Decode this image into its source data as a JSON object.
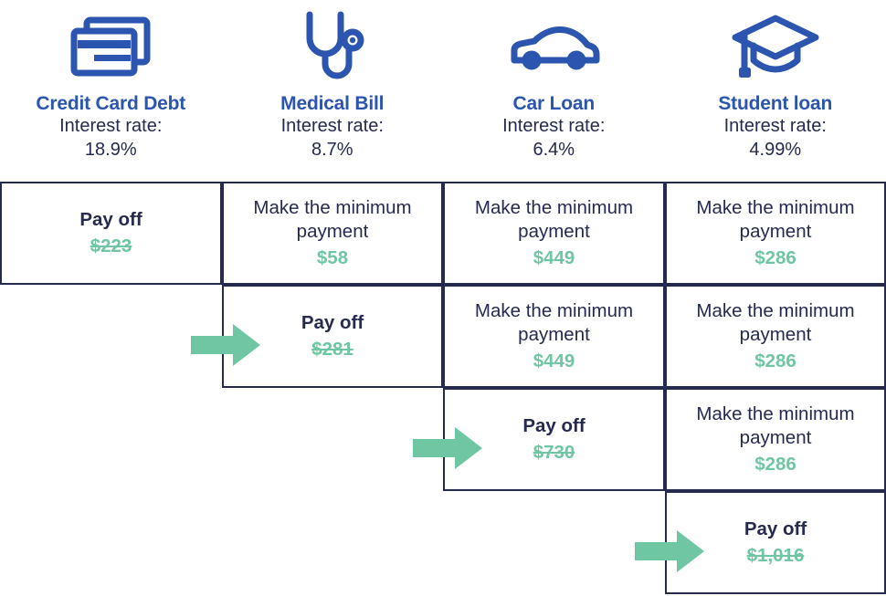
{
  "columns": [
    {
      "icon": "credit-card-icon",
      "title": "Credit Card Debt",
      "rate_label": "Interest rate:",
      "rate_value": "18.9%"
    },
    {
      "icon": "stethoscope-icon",
      "title": "Medical Bill",
      "rate_label": "Interest rate:",
      "rate_value": "8.7%"
    },
    {
      "icon": "car-icon",
      "title": "Car Loan",
      "rate_label": "Interest rate:",
      "rate_value": "6.4%"
    },
    {
      "icon": "graduation-cap-icon",
      "title": "Student loan",
      "rate_label": "Interest rate:",
      "rate_value": "4.99%"
    }
  ],
  "rows": [
    {
      "cells": [
        {
          "column": "Credit Card Debt",
          "action": "Pay off",
          "amount": "$223",
          "paid_off": true,
          "struck": true
        },
        {
          "column": "Medical Bill",
          "action": "Make the minimum payment",
          "amount": "$58",
          "paid_off": false,
          "struck": false
        },
        {
          "column": "Car Loan",
          "action": "Make the minimum payment",
          "amount": "$449",
          "paid_off": false,
          "struck": false
        },
        {
          "column": "Student loan",
          "action": "Make the minimum payment",
          "amount": "$286",
          "paid_off": false,
          "struck": false
        }
      ]
    },
    {
      "cells": [
        {
          "column": "Medical Bill",
          "action": "Pay off",
          "amount": "$281",
          "paid_off": true,
          "struck": true
        },
        {
          "column": "Car Loan",
          "action": "Make the minimum payment",
          "amount": "$449",
          "paid_off": false,
          "struck": false
        },
        {
          "column": "Student loan",
          "action": "Make the minimum payment",
          "amount": "$286",
          "paid_off": false,
          "struck": false
        }
      ]
    },
    {
      "cells": [
        {
          "column": "Car Loan",
          "action": "Pay off",
          "amount": "$730",
          "paid_off": true,
          "struck": true
        },
        {
          "column": "Student loan",
          "action": "Make the minimum payment",
          "amount": "$286",
          "paid_off": false,
          "struck": false
        }
      ]
    },
    {
      "cells": [
        {
          "column": "Student loan",
          "action": "Pay off",
          "amount": "$1,016",
          "paid_off": true,
          "struck": true
        }
      ]
    }
  ],
  "arrows": [
    {
      "name": "arrow-to-medical-bill-payoff"
    },
    {
      "name": "arrow-to-car-loan-payoff"
    },
    {
      "name": "arrow-to-student-loan-payoff"
    }
  ],
  "colors": {
    "title_blue": "#2B55AE",
    "navy": "#262A4F",
    "green": "#6FC6A3",
    "background": "#FFFFFF"
  }
}
